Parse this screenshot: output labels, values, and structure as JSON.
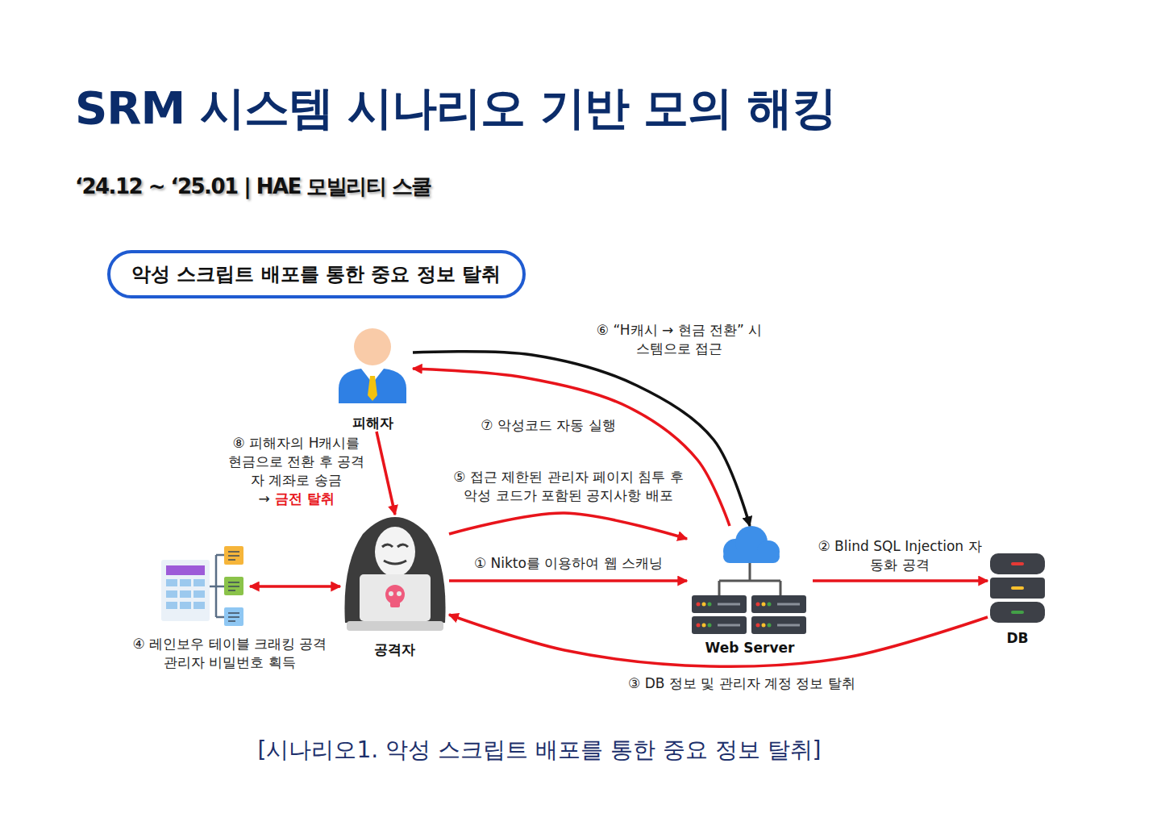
{
  "diagram": {
    "title": "SRM 시스템 시나리오 기반 모의 해킹",
    "caption": "[시나리오1. 악성 스크립트 배포를 통한 중요 정보 탈취]",
    "nodes": [
      {
        "text": [
          "악성 스크립트 배포를 통한 중요 정보 탈취"
        ]
      },
      {
        "text": [
          "피해자"
        ]
      },
      {
        "text": [
          "④ 레인보우 테이블 크래킹 공격 관리자 비밀번호 획득"
        ]
      },
      {
        "text": [
          "공격자"
        ]
      },
      {
        "text": [
          "Web Server"
        ]
      },
      {
        "text": [
          "DB"
        ]
      }
    ],
    "edges": [
      {
        "from": 3,
        "to": 4,
        "label": "① Nikto를 이용하여 웹 스캐닝",
        "arrow": "to"
      },
      {
        "from": 4,
        "to": 5,
        "label": "② Blind SQL Injection 자동화 공격",
        "arrow": "to"
      },
      {
        "from": 5,
        "to": 3,
        "label": "③ DB 정보 및 관리자 계정 정보 탈취",
        "arrow": "to"
      },
      {
        "from": 2,
        "to": 3,
        "arrow": "both"
      },
      {
        "from": 3,
        "to": 4,
        "label": "⑤ 접근 제한된 관리자 페이지 침투 후 악성 코드가 포함된 공지사항 배포",
        "arrow": "to"
      },
      {
        "from": 1,
        "to": 4,
        "label": "⑥ “H캐시 → 현금 전환” 시스템으로 접근",
        "arrow": "to"
      },
      {
        "from": 4,
        "to": 1,
        "label": "⑦ 악성코드 자동 실행",
        "arrow": "to"
      },
      {
        "from": 1,
        "to": 3,
        "label": "⑧ 피해자의 H캐시를 현금으로 전환 후 공격자 계좌로 송금",
        "arrow": "to"
      }
    ],
    "labels": [
      "‘24.12 ~ ‘25.01 | HAE 모빌리티 스쿨",
      "→",
      "금전 탈취"
    ]
  }
}
